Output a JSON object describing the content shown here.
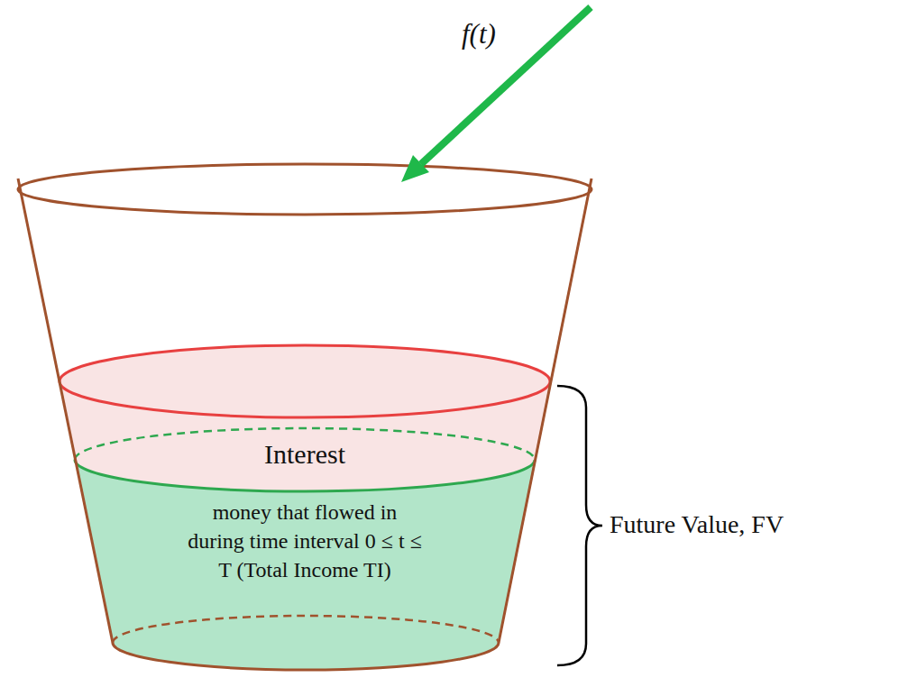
{
  "diagram": {
    "nodes": [
      {
        "text": [
          "Interest"
        ]
      },
      {
        "text": [
          "money that flowed in during time interval 0 ≤ t ≤ T (Total Income TI)"
        ]
      }
    ],
    "labels": [
      "f(t)",
      "Future Value, FV"
    ]
  }
}
